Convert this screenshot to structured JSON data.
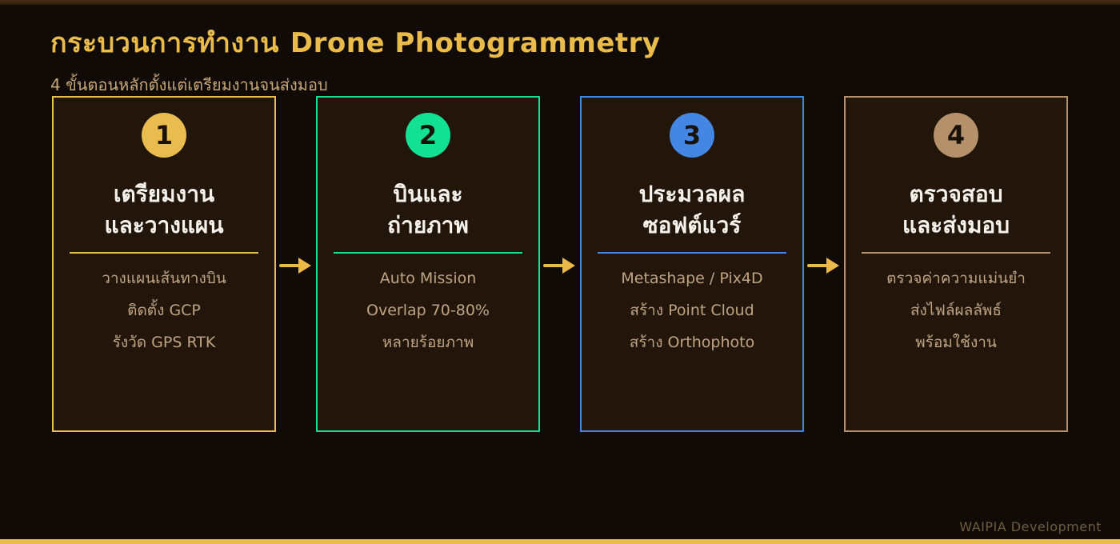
{
  "header": {
    "title_thai": "กระบวนการทำงาน",
    "title_english": "Drone Photogrammetry",
    "subtitle": "4 ขั้นตอนหลักตั้งแต่เตรียมงานจนส่งมอบ"
  },
  "steps": [
    {
      "number": "1",
      "accent": "#E9BC4F",
      "title_line1": "เตรียมงาน",
      "title_line2": "และวางแผน",
      "items": [
        "วางแผนเส้นทางบิน",
        "ติดตั้ง GCP",
        "รังวัด GPS RTK"
      ]
    },
    {
      "number": "2",
      "accent": "#12E093",
      "title_line1": "บินและ",
      "title_line2": "ถ่ายภาพ",
      "items": [
        "Auto Mission",
        "Overlap 70-80%",
        "หลายร้อยภาพ"
      ]
    },
    {
      "number": "3",
      "accent": "#4486E3",
      "title_line1": "ประมวลผล",
      "title_line2": "ซอฟต์แวร์",
      "items": [
        "Metashape / Pix4D",
        "สร้าง Point Cloud",
        "สร้าง Orthophoto"
      ]
    },
    {
      "number": "4",
      "accent": "#B5916B",
      "title_line1": "ตรวจสอบ",
      "title_line2": "และส่งมอบ",
      "items": [
        "ตรวจค่าความแม่นยำ",
        "ส่งไฟล์ผลลัพธ์",
        "พร้อมใช้งาน"
      ]
    }
  ],
  "footer": {
    "watermark": "WAIPIA Development"
  },
  "colors": {
    "background": "#100B07",
    "card_background": "#211609",
    "bottom_bar": "#E7BD4C",
    "title_gold": "#E9BB4A",
    "subtitle_tan": "#C6A679",
    "heading_white": "#F5F2ED",
    "list_tan": "#BFA383",
    "arrow_gold": "#EAB949",
    "watermark": "#6F5B3E"
  }
}
